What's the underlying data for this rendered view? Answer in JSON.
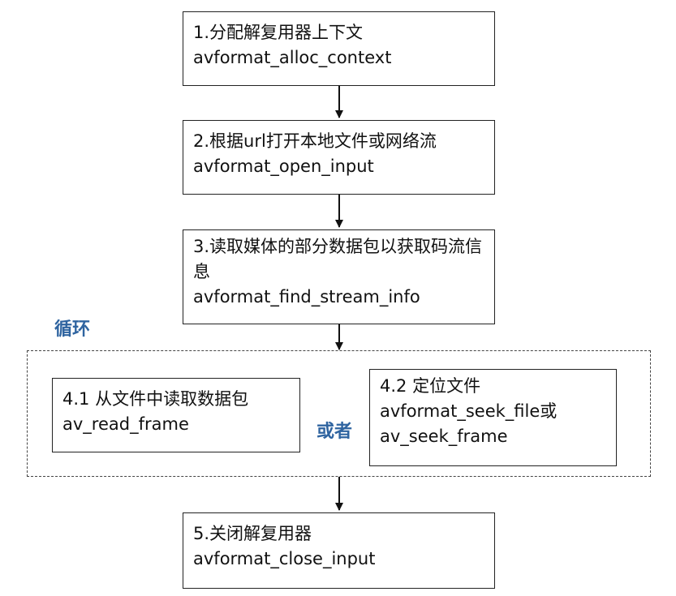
{
  "steps": [
    {
      "title": "1.分配解复用器上下文",
      "func": "avformat_alloc_context"
    },
    {
      "title": "2.根据url打开本地文件或网络流",
      "func": "avformat_open_input"
    },
    {
      "title": "3.读取媒体的部分数据包以获取码流信息",
      "func": "avformat_find_stream_info"
    },
    {
      "title": "5.关闭解复用器",
      "func": "avformat_close_input"
    }
  ],
  "loop": {
    "label": "循环",
    "or_label": "或者",
    "left": {
      "title": "4.1 从文件中读取数据包",
      "func": "av_read_frame"
    },
    "right": {
      "title": "4.2 定位文件",
      "func": "avformat_seek_file或",
      "func2": "av_seek_frame"
    }
  }
}
